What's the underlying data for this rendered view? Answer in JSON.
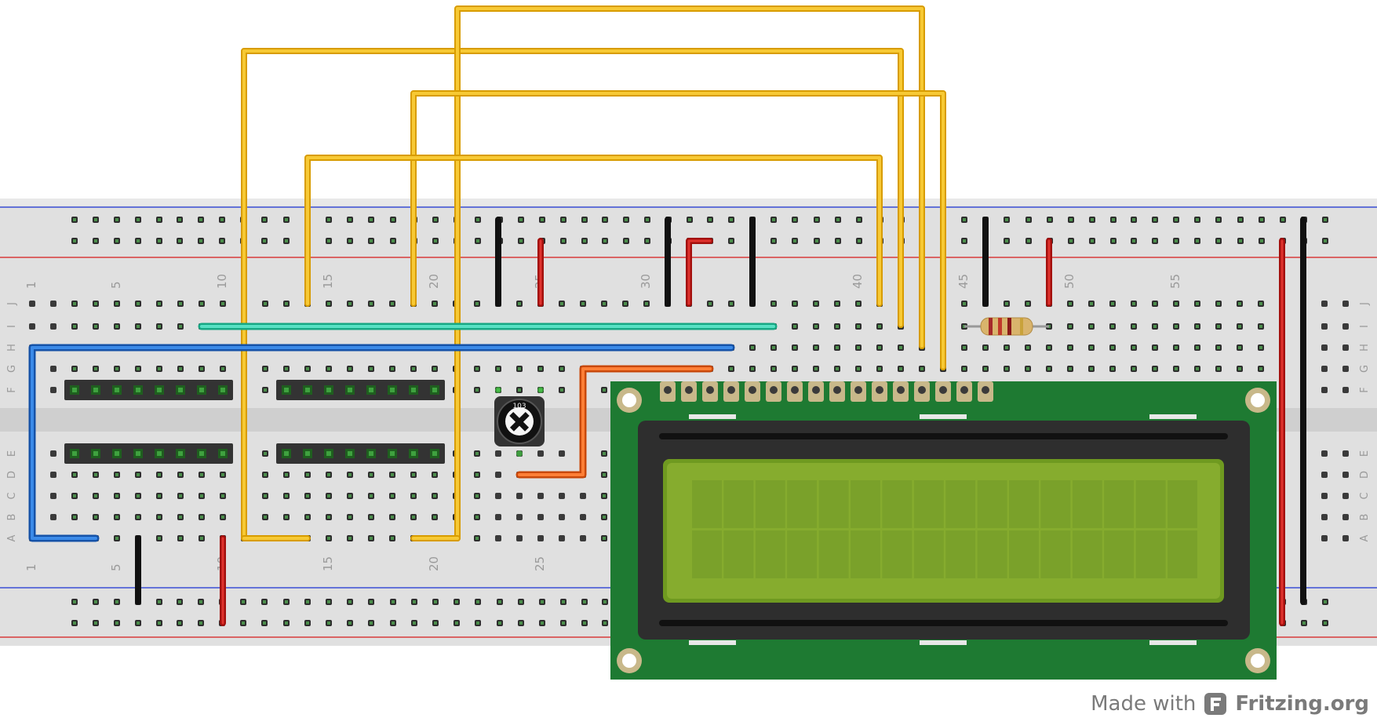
{
  "breadboard": {
    "column_labels": [
      "1",
      "5",
      "10",
      "15",
      "20",
      "25",
      "30",
      "40",
      "45",
      "50",
      "55"
    ],
    "row_labels_top": [
      "J",
      "I",
      "H",
      "G",
      "F"
    ],
    "row_labels_bottom": [
      "E",
      "D",
      "C",
      "B",
      "A"
    ]
  },
  "potentiometer": {
    "label": "103"
  },
  "colors": {
    "yellow_wire": "#f2b800",
    "blue_wire": "#1f6fd1",
    "teal_wire": "#2ec7a0",
    "orange_wire": "#f26a1b",
    "red_wire": "#cc1b17",
    "black_wire": "#222222",
    "lcd_board": "#1e7a32",
    "lcd_screen": "#86ac2e",
    "breadboard": "#dedede"
  },
  "watermark": {
    "made_with": "Made with",
    "brand": "Fritzing.org"
  }
}
